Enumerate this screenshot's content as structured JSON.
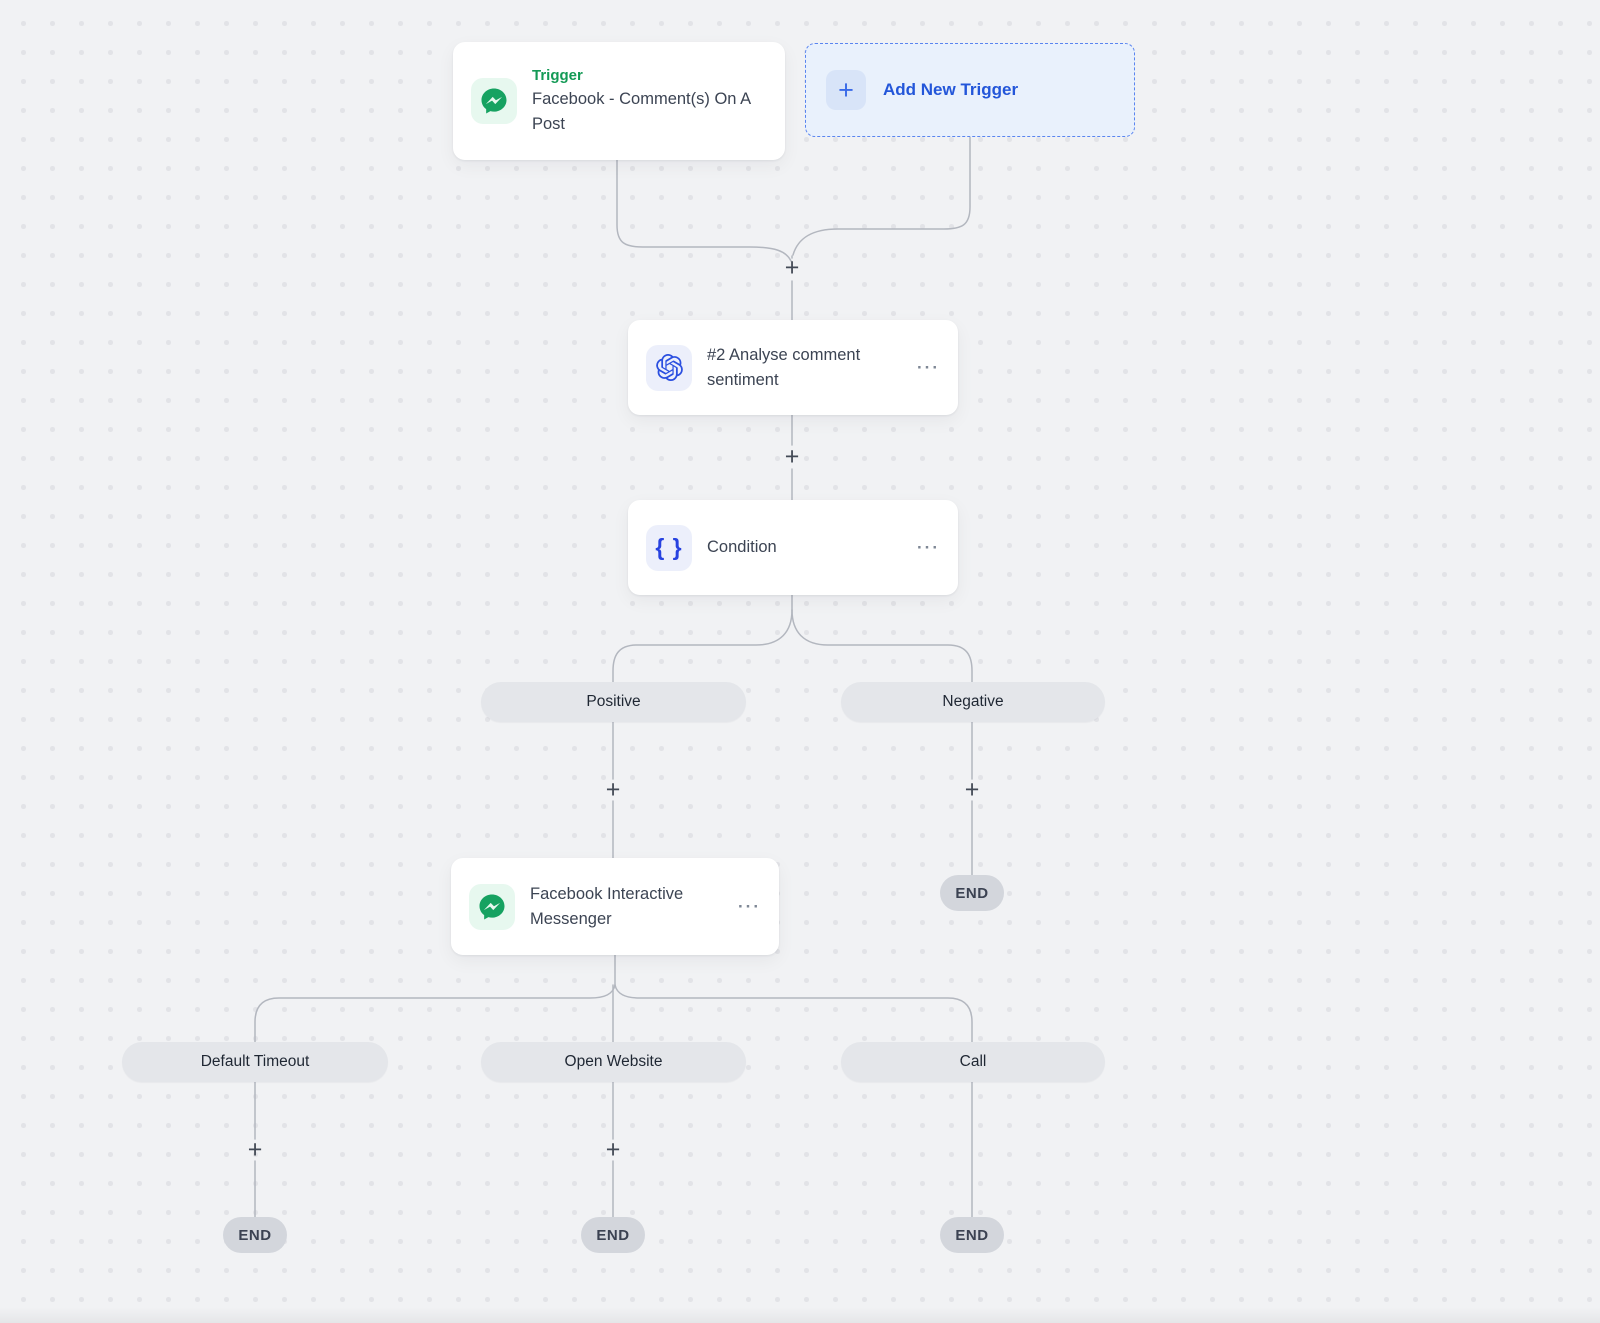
{
  "flow": {
    "trigger": {
      "badge": "Trigger",
      "title": "Facebook - Comment(s) On A Post"
    },
    "add_trigger": {
      "label": "Add New Trigger",
      "plus": "+"
    },
    "analyse": {
      "title": "#2 Analyse comment sentiment",
      "menu": "···"
    },
    "condition": {
      "title": "Condition",
      "icon_glyph": "{ }",
      "menu": "···"
    },
    "messenger": {
      "title": "Facebook Interactive Messenger",
      "menu": "···"
    },
    "branches": {
      "positive": "Positive",
      "negative": "Negative",
      "default_timeout": "Default Timeout",
      "open_website": "Open Website",
      "call": "Call"
    },
    "end_label": "END",
    "add_step": "+"
  },
  "colors": {
    "background": "#f1f2f4",
    "grid_dot": "#e2e3e7",
    "connector": "#b3b7bf",
    "trigger_green": "#149a56",
    "messenger_green": "#16a261",
    "openai_blue": "#2b4fe0",
    "condition_blue": "#2742e0",
    "add_trigger_text": "#2356d9",
    "branch_pill_bg": "#e4e6ea",
    "end_pill_bg": "#d3d6dc"
  }
}
